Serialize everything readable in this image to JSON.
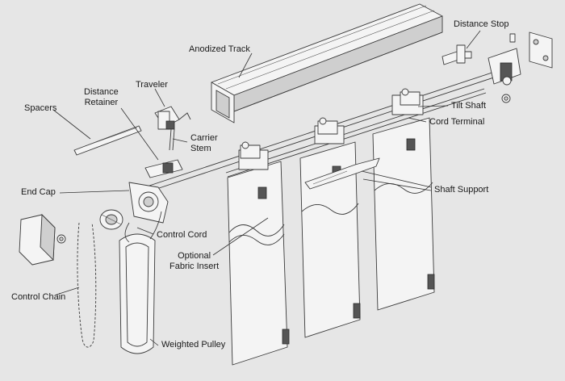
{
  "labels": {
    "anodized_track": "Anodized Track",
    "distance_stop": "Distance Stop",
    "traveler": "Traveler",
    "distance_retainer": "Distance\nRetainer",
    "spacers": "Spacers",
    "tilt_shaft": "Tilt Shaft",
    "cord_terminal": "Cord Terminal",
    "carrier_stem": "Carrier\nStem",
    "end_cap": "End Cap",
    "shaft_support": "Shaft Support",
    "control_cord": "Control Cord",
    "optional_fabric_insert": "Optional\nFabric Insert",
    "control_chain": "Control Chain",
    "weighted_pulley": "Weighted Pulley"
  }
}
